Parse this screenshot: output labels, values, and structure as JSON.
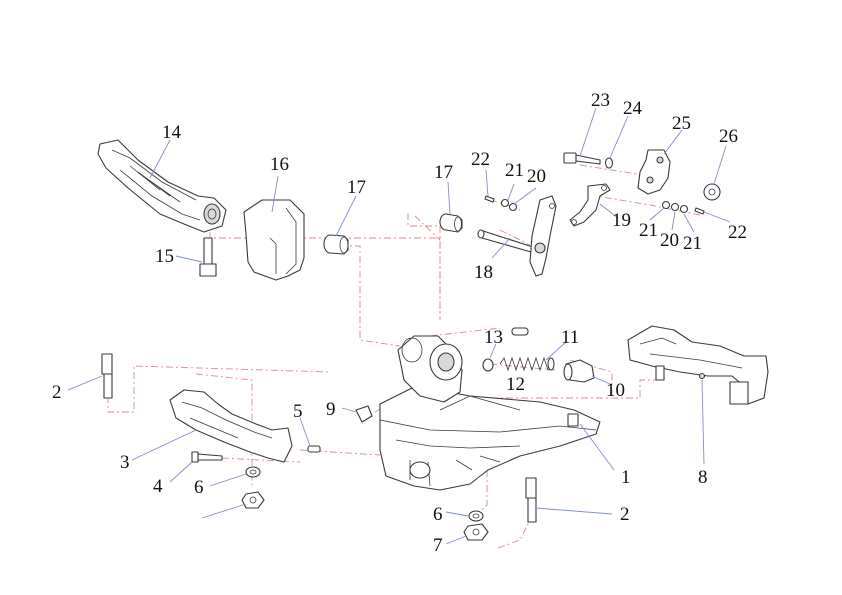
{
  "diagram": {
    "callouts": [
      {
        "id": "c1",
        "label": "1"
      },
      {
        "id": "c2a",
        "label": "2"
      },
      {
        "id": "c2b",
        "label": "2"
      },
      {
        "id": "c3",
        "label": "3"
      },
      {
        "id": "c4",
        "label": "4"
      },
      {
        "id": "c5",
        "label": "5"
      },
      {
        "id": "c6a",
        "label": "6"
      },
      {
        "id": "c6b",
        "label": "6"
      },
      {
        "id": "c7",
        "label": "7"
      },
      {
        "id": "c8",
        "label": "8"
      },
      {
        "id": "c9",
        "label": "9"
      },
      {
        "id": "c10",
        "label": "10"
      },
      {
        "id": "c11",
        "label": "11"
      },
      {
        "id": "c12",
        "label": "12"
      },
      {
        "id": "c13",
        "label": "13"
      },
      {
        "id": "c14",
        "label": "14"
      },
      {
        "id": "c15",
        "label": "15"
      },
      {
        "id": "c16",
        "label": "16"
      },
      {
        "id": "c17a",
        "label": "17"
      },
      {
        "id": "c17b",
        "label": "17"
      },
      {
        "id": "c18",
        "label": "18"
      },
      {
        "id": "c19",
        "label": "19"
      },
      {
        "id": "c20a",
        "label": "20"
      },
      {
        "id": "c20b",
        "label": "20"
      },
      {
        "id": "c21a",
        "label": "21"
      },
      {
        "id": "c21b",
        "label": "21"
      },
      {
        "id": "c21c",
        "label": "21"
      },
      {
        "id": "c22a",
        "label": "22"
      },
      {
        "id": "c22b",
        "label": "22"
      },
      {
        "id": "c23",
        "label": "23"
      },
      {
        "id": "c24",
        "label": "24"
      },
      {
        "id": "c25",
        "label": "25"
      },
      {
        "id": "c26",
        "label": "26"
      }
    ],
    "colors": {
      "line": "#3a3a3a",
      "assembly_line": "#e08a8a",
      "leader_line": "#7f8fd0",
      "background": "#ffffff"
    }
  }
}
